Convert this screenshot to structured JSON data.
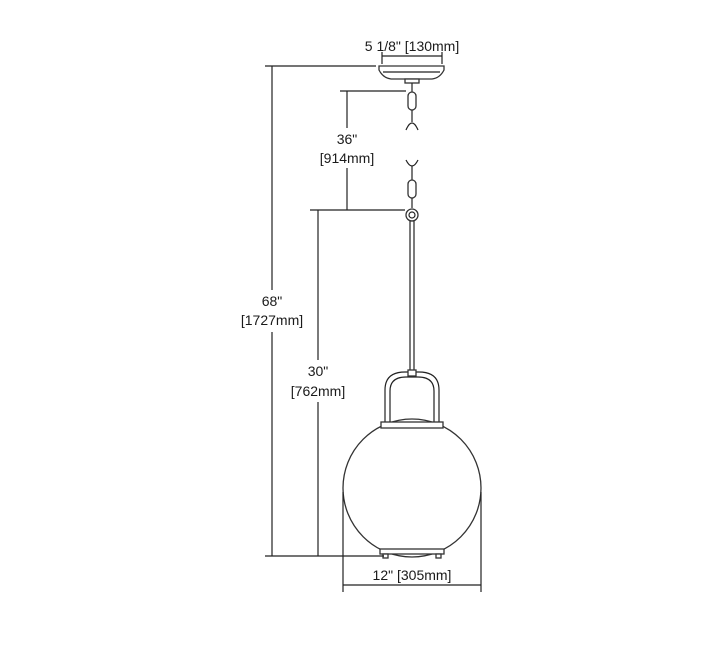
{
  "diagram": {
    "dimensions": {
      "canopy_width": "5 1/8\" [130mm]",
      "chain_length_in": "36\"",
      "chain_length_mm": "[914mm]",
      "overall_height_in": "68\"",
      "overall_height_mm": "[1727mm]",
      "fixture_height_in": "30\"",
      "fixture_height_mm": "[762mm]",
      "fixture_width": "12\" [305mm]"
    },
    "colors": {
      "line": "#222222",
      "background": "#ffffff"
    }
  }
}
